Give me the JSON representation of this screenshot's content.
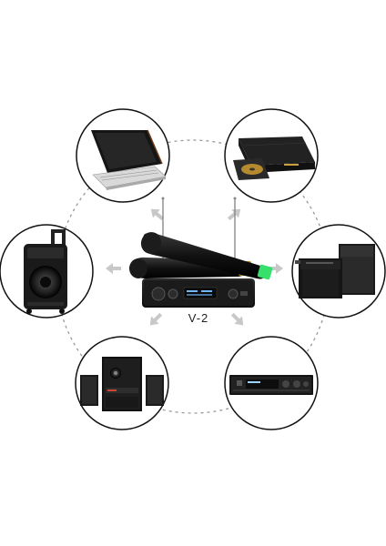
{
  "product": {
    "model_label": "V-2"
  },
  "devices": [
    {
      "name": "laptop",
      "position": "top-left"
    },
    {
      "name": "dvd-player",
      "position": "top-right"
    },
    {
      "name": "portable-speaker",
      "position": "left"
    },
    {
      "name": "stage-speakers",
      "position": "right"
    },
    {
      "name": "home-theater-speakers",
      "position": "bottom-left"
    },
    {
      "name": "amplifier",
      "position": "bottom-right"
    }
  ],
  "colors": {
    "circle_border": "#111111",
    "dashed_ring": "#9a9a9a",
    "arrow": "#c8c8c8",
    "receiver_body": "#1b1b1b",
    "mic_tip_green": "#36e06a",
    "display_blue": "#6fb7ff"
  }
}
